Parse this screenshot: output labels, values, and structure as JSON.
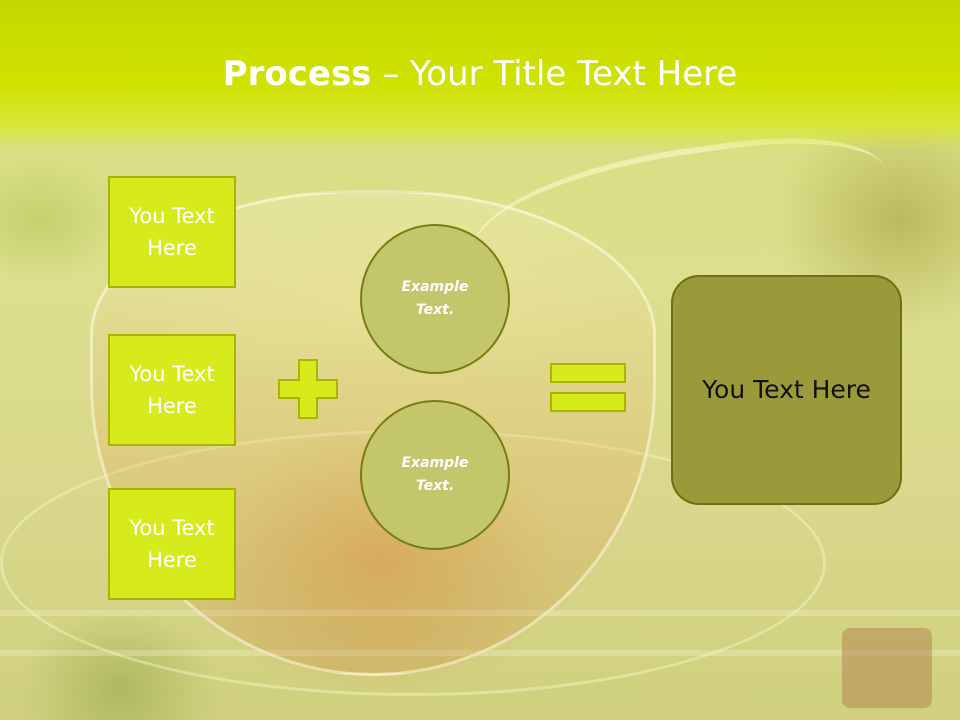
{
  "header": {
    "title_bold": "Process",
    "title_rest": " – Your Title Text Here"
  },
  "left_boxes": [
    {
      "text": "You Text Here"
    },
    {
      "text": "You Text Here"
    },
    {
      "text": "You Text Here"
    }
  ],
  "circles": [
    {
      "text": "Example Text."
    },
    {
      "text": "Example Text."
    }
  ],
  "result": {
    "text": "You Text Here"
  },
  "colors": {
    "header": "#cfe200",
    "box_fill": "#d7ea1c",
    "box_border": "#a9b500",
    "circle_fill": "#c3c66a",
    "circle_border": "#777d12",
    "result_fill": "#9a9a3a",
    "result_border": "#6f6f14"
  },
  "icons": {
    "operator_1": "plus-icon",
    "operator_2": "equals-icon"
  }
}
